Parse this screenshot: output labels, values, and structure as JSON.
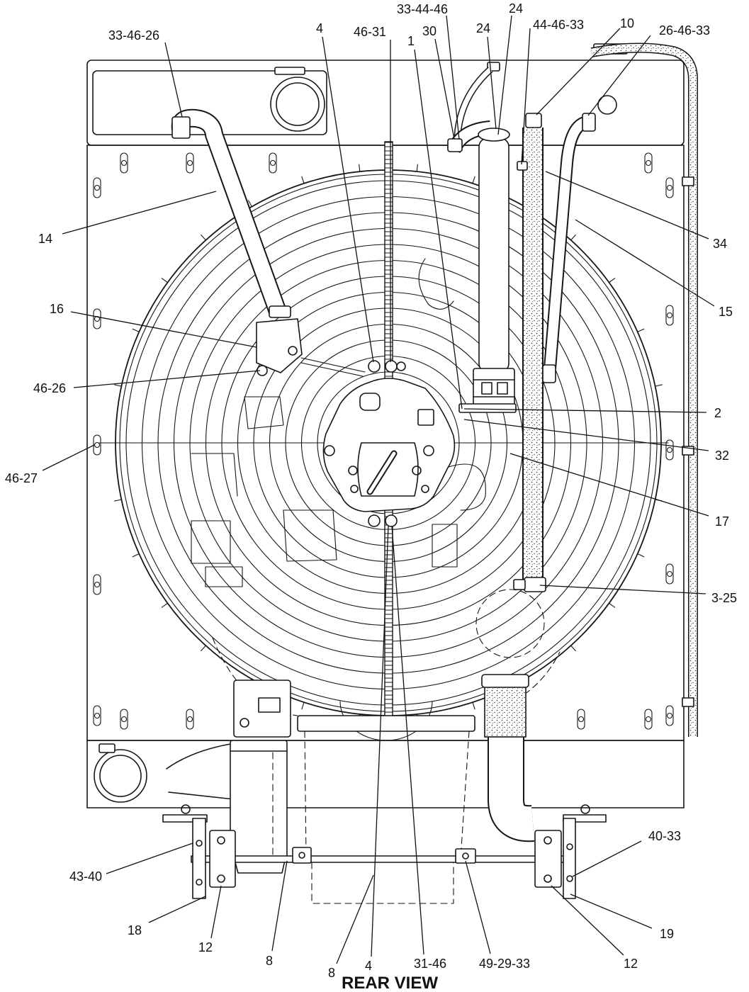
{
  "view_title": "REAR VIEW",
  "callouts": [
    "33-46-26",
    "4",
    "46-31",
    "33-44-46",
    "1",
    "30",
    "24",
    "24",
    "44-46-33",
    "10",
    "26-46-33",
    "14",
    "34",
    "16",
    "15",
    "46-26",
    "2",
    "46-27",
    "32",
    "17",
    "3-25",
    "40-33",
    "43-40",
    "18",
    "19",
    "12",
    "8",
    "8",
    "4",
    "31-46",
    "49-29-33",
    "12"
  ]
}
